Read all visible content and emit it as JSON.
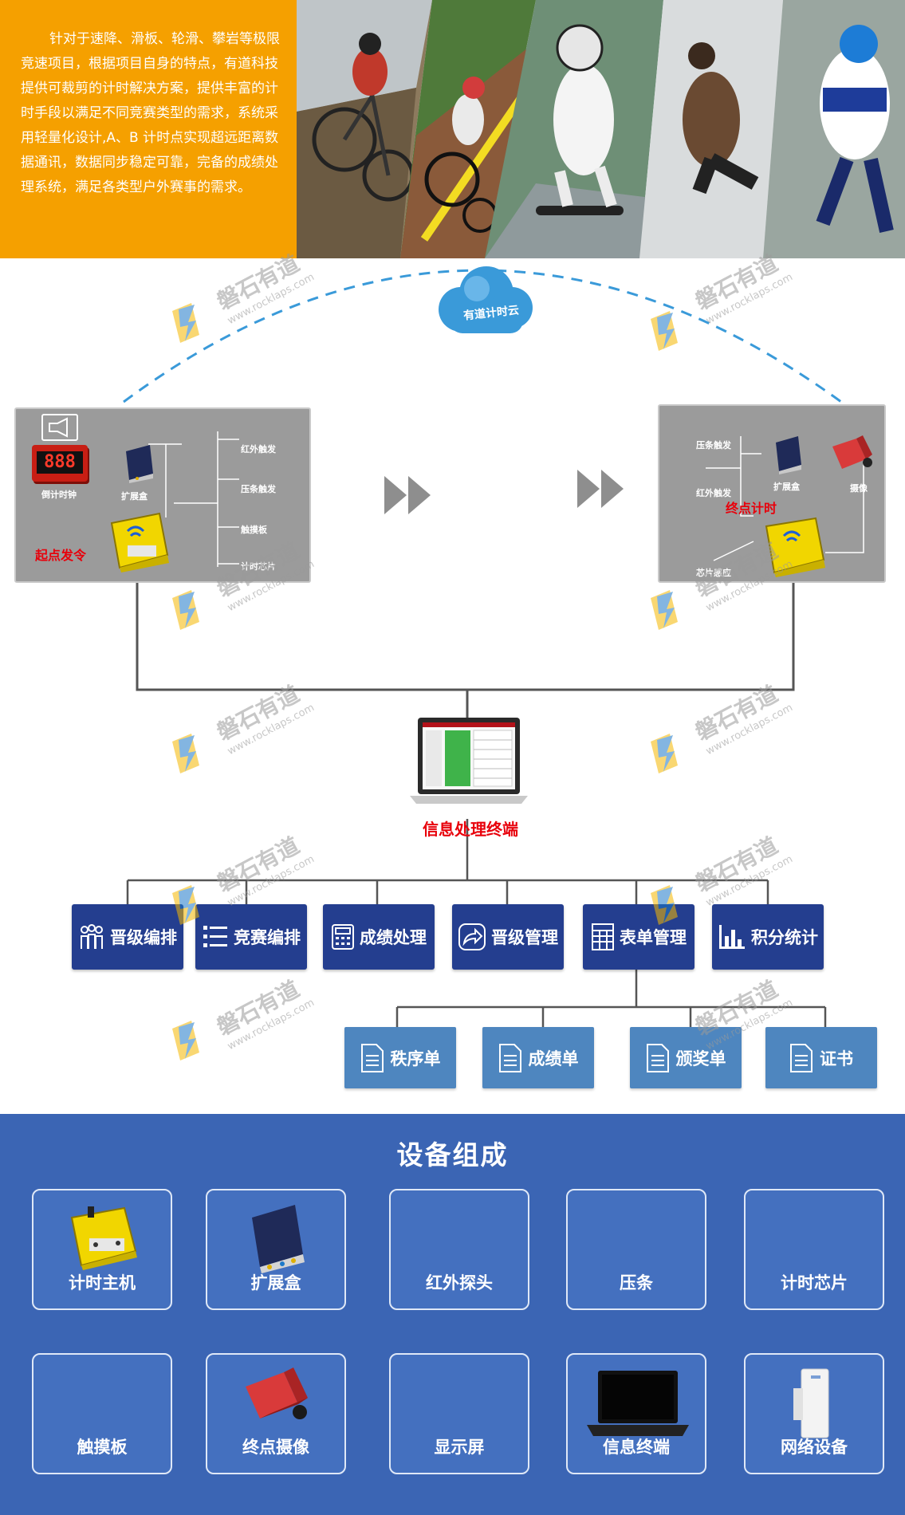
{
  "intro": {
    "text": "针对于速降、滑板、轮滑、攀岩等极限竞速项目，根据项目自身的特点，有道科技提供可裁剪的计时解决方案，提供丰富的计时手段以满足不同竞赛类型的需求，系统采用轻量化设计,A、B 计时点实现超远距离数据通讯，数据同步稳定可靠，完备的成绩处理系统，满足各类型户外赛事的需求。"
  },
  "cloud": {
    "label": "有道计时云"
  },
  "start_station": {
    "title": "起点发令",
    "countdown_label": "倒计时钟",
    "countdown_digits": "888",
    "expansion_label": "扩展盒",
    "triggers": [
      "红外触发",
      "压条触发",
      "触摸板",
      "计时芯片"
    ]
  },
  "finish_station": {
    "title": "终点计时",
    "labels": {
      "pressure": "压条触发",
      "expansion": "扩展盒",
      "camera": "摄像",
      "infrared": "红外触发",
      "chip": "芯片感应"
    }
  },
  "terminal": {
    "label": "信息处理终端"
  },
  "functions": [
    {
      "label": "晋级编排",
      "icon": "people-icon"
    },
    {
      "label": "竞赛编排",
      "icon": "list-icon"
    },
    {
      "label": "成绩处理",
      "icon": "calculator-icon"
    },
    {
      "label": "晋级管理",
      "icon": "share-arrow-icon"
    },
    {
      "label": "表单管理",
      "icon": "spreadsheet-icon"
    },
    {
      "label": "积分统计",
      "icon": "bar-chart-icon"
    }
  ],
  "forms": [
    {
      "label": "秩序单",
      "icon": "document-icon"
    },
    {
      "label": "成绩单",
      "icon": "document-icon"
    },
    {
      "label": "颁奖单",
      "icon": "document-icon"
    },
    {
      "label": "证书",
      "icon": "document-icon"
    }
  ],
  "equipment": {
    "title": "设备组成",
    "items": [
      {
        "label": "计时主机",
        "image": "yellow-case"
      },
      {
        "label": "扩展盒",
        "image": "expansion-box"
      },
      {
        "label": "红外探头",
        "image": ""
      },
      {
        "label": "压条",
        "image": ""
      },
      {
        "label": "计时芯片",
        "image": ""
      },
      {
        "label": "触摸板",
        "image": ""
      },
      {
        "label": "终点摄像",
        "image": "red-camera"
      },
      {
        "label": "显示屏",
        "image": ""
      },
      {
        "label": "信息终端",
        "image": "laptop"
      },
      {
        "label": "网络设备",
        "image": "network-box"
      }
    ]
  },
  "watermark": {
    "brand": "磐石有道",
    "url": "www.rocklaps.com"
  },
  "colors": {
    "orange": "#f5a000",
    "navy": "#243e8f",
    "steel": "#4e86bf",
    "equip_bg": "#3b65b4",
    "red": "#e8000b"
  }
}
